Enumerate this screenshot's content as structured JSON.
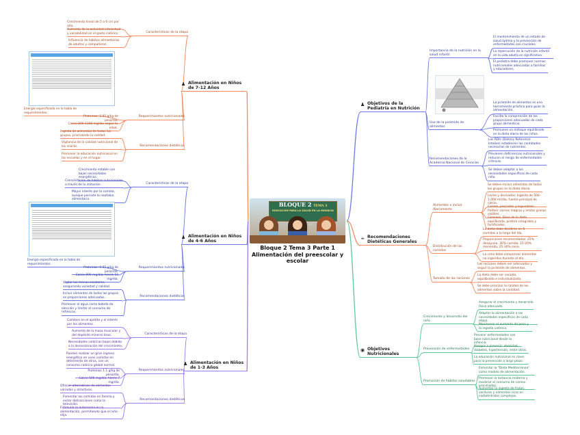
{
  "root": {
    "title": "Bloque 2 Tema 3 Parte 1 Alimentación del preescolar y escolar",
    "image_lettering": {
      "line1": "BLOQUE 2",
      "line2": "TEMA 3",
      "line3": "EDUCACIÓN PARA LA SALUD EN LA INFANCIA"
    }
  },
  "colors": {
    "orange": "#f4895f",
    "blue": "#6a78e8",
    "purple": "#a07cf0",
    "green": "#5cc796"
  },
  "left": [
    {
      "title": "Alimentación en Niños de 7-12 Años",
      "icon": "child-icon",
      "caracteristicas": {
        "label": "Características de la etapa",
        "items": [
          "Crecimiento lineal de 5 a 6 cm por año.",
          "Aumento de la actividad intelectual y variabilidad en el gasto calórico.",
          "Influencia de hábitos alimentarios de adultos y compañeros."
        ]
      },
      "requerimientos": {
        "label": "Requerimientos nutricionales",
        "items": [
          "Energía especificada en la tabla de requerimientos.",
          "Proteínas: 0.95 g/kg de peso/día.",
          "Calcio 800-1300 mg/día según la edad."
        ]
      },
      "recomendaciones": {
        "label": "Recomendaciones dietéticas",
        "items": [
          "Ingesta de alimentos de todos los grupos, priorizando la calidad.",
          "Vigilancia de la calidad nutricional de los snacks.",
          "Promover la educación nutricional en las escuelas y en el hogar."
        ]
      }
    },
    {
      "title": "Alimentación en Niños de 4-6 Años",
      "icon": "child-icon",
      "caracteristicas": {
        "label": "Características de la etapa",
        "items": [
          "Crecimiento estable con bajas necesidades energéticas.",
          "Consolidación de hábitos nutricionales a través de la imitación.",
          "Mayor interés por la comida, aunque persiste la neofobia alimentaria."
        ]
      },
      "requerimientos": {
        "label": "Requerimientos nutricionales",
        "items": [
          "Energía especificada en la tabla de requerimientos.",
          "Proteínas: 0.95 g/kg de peso/día.",
          "Calcio 800 mg/día; hierro 10 mg/día."
        ]
      },
      "recomendaciones": {
        "label": "Recomendaciones dietéticas",
        "items": [
          "Vigilar los menús escolares, asegurando variedad y calidad.",
          "Incluir alimentos de todos los grupos en proporciones adecuadas.",
          "Promover el agua como bebida de elección y limitar el consumo de refrescos."
        ]
      }
    },
    {
      "title": "Alimentación en Niños de 1-3 Años",
      "icon": "child-icon",
      "caracteristicas": {
        "label": "Características de la etapa",
        "items": [
          "Cambios en el apetito y el interés por los alimentos.",
          "Aumento de la masa muscular y del depósito mineral óseo.",
          "Necesidades calóricas bajas debido a la desaceleración del crecimiento."
        ]
      },
      "requerimientos": {
        "label": "Requerimientos nutricionales",
        "items": [
          "Pueden realizar un gran ingreso energético en unas comidas en detrimento de otras, con un consumo calórico global normal.",
          "Proteínas 1.1 g/kg de peso/día.",
          "Calcio 500 mg/día; hierro 7 mg/día."
        ]
      },
      "recomendaciones": {
        "label": "Recomendaciones dietéticas",
        "items": [
          "Ofrecer alternativas de alimentos variados y atractivos.",
          "Fomentar las comidas en familia y evitar distracciones como la televisión.",
          "Estimular la autonomía en la alimentación, permitiendo que el niño elija."
        ]
      }
    }
  ],
  "right": [
    {
      "title": "Objetivos de la Pediatría en Nutrición",
      "icon": "child-icon",
      "groups": [
        {
          "label": "Importancia de la nutrición en la salud infantil",
          "items": [
            "El mantenimiento de un estado de salud óptimo y la prevención de enfermedades son cruciales.",
            "La repercusión de la nutrición infantil en la vida adulta es significativa.",
            "El pediatra debe promover normas nutricionales adecuadas a familias y educadores."
          ]
        },
        {
          "label": "Uso de la pirámide de alimentos",
          "items": [
            "La pirámide de alimentos es una herramienta práctica para guiar la alimentación.",
            "Facilita la comprensión de las proporciones adecuadas de cada grupo alimenticio.",
            "Promueve un enfoque equilibrado en la dieta diaria de los niños."
          ]
        },
        {
          "label": "Recomendaciones de la Academia Nacional de Ciencias",
          "items": [
            "Las RDIs (Dietary Reference Intakes) establecen las cantidades necesarias de nutrientes.",
            "Previenen deficiencias nutricionales y reducen el riesgo de enfermedades crónicas.",
            "Se deben adaptar a las necesidades específicas de cada niño."
          ]
        }
      ]
    },
    {
      "title": "Recomendaciones Dietéticas Generales",
      "icon": "food-icon",
      "groups": [
        {
          "label": "Alimentos a incluir diariamente",
          "items": [
            "Se deben incluir alimentos de todos los grupos en la dieta diaria.",
            "Leche y derivados: Ingesta de 500-1,000 ml/día, fuente principal de calcio.",
            "Carnes, pescados y legumbres: Preferir carnes magras y limitar grasas visibles.",
            "Cereales: Base de la dieta equilibrada, preferir integrales y fortificados."
          ]
        },
        {
          "label": "Distribución de las comidas",
          "items": [
            "La dieta debe dividirse en 5 comidas a lo largo del día.",
            "Proporciones recomendadas: 25% desayuno, 30% comida, 15-20% merienda, 25-30% cena.",
            "La cena debe compensar alimentos no ingeridos durante el día."
          ]
        },
        {
          "label": "Tamaño de las raciones",
          "items": [
            "Las raciones deben ser adecuadas y seguir la pirámide de alimentos.",
            "La dieta debe ser variada, equilibrada e individualizada.",
            "Se debe priorizar la calidad de los alimentos sobre la cantidad."
          ]
        }
      ]
    },
    {
      "title": "Objetivos Nutricionales",
      "icon": "target-icon",
      "groups": [
        {
          "label": "Crecimiento y desarrollo del niño",
          "items": [
            "Asegurar el crecimiento y desarrollo físico adecuado.",
            "Adaptar la alimentación a las necesidades específicas de cada etapa.",
            "Monitorear el aumento de peso y la ingesta calórica."
          ]
        },
        {
          "label": "Prevención de enfermedades",
          "items": [
            "Prevenir enfermedades con base nutricional desde la infancia.",
            "Riesgos a prevenir: obesidad, diabetes, hipertensión, entre otros.",
            "La educación nutricional es clave para la prevención a largo plazo."
          ]
        },
        {
          "label": "Promoción de hábitos saludables",
          "items": [
            "Fomentar la \"Dieta Mediterránea\" como modelo de alimentación.",
            "Promover la lactancia materna y moderar el consumo de carnes procesadas.",
            "Aumentar la ingesta de frutas, verduras y alimentos ricos en carbohidratos complejos."
          ]
        }
      ]
    }
  ]
}
